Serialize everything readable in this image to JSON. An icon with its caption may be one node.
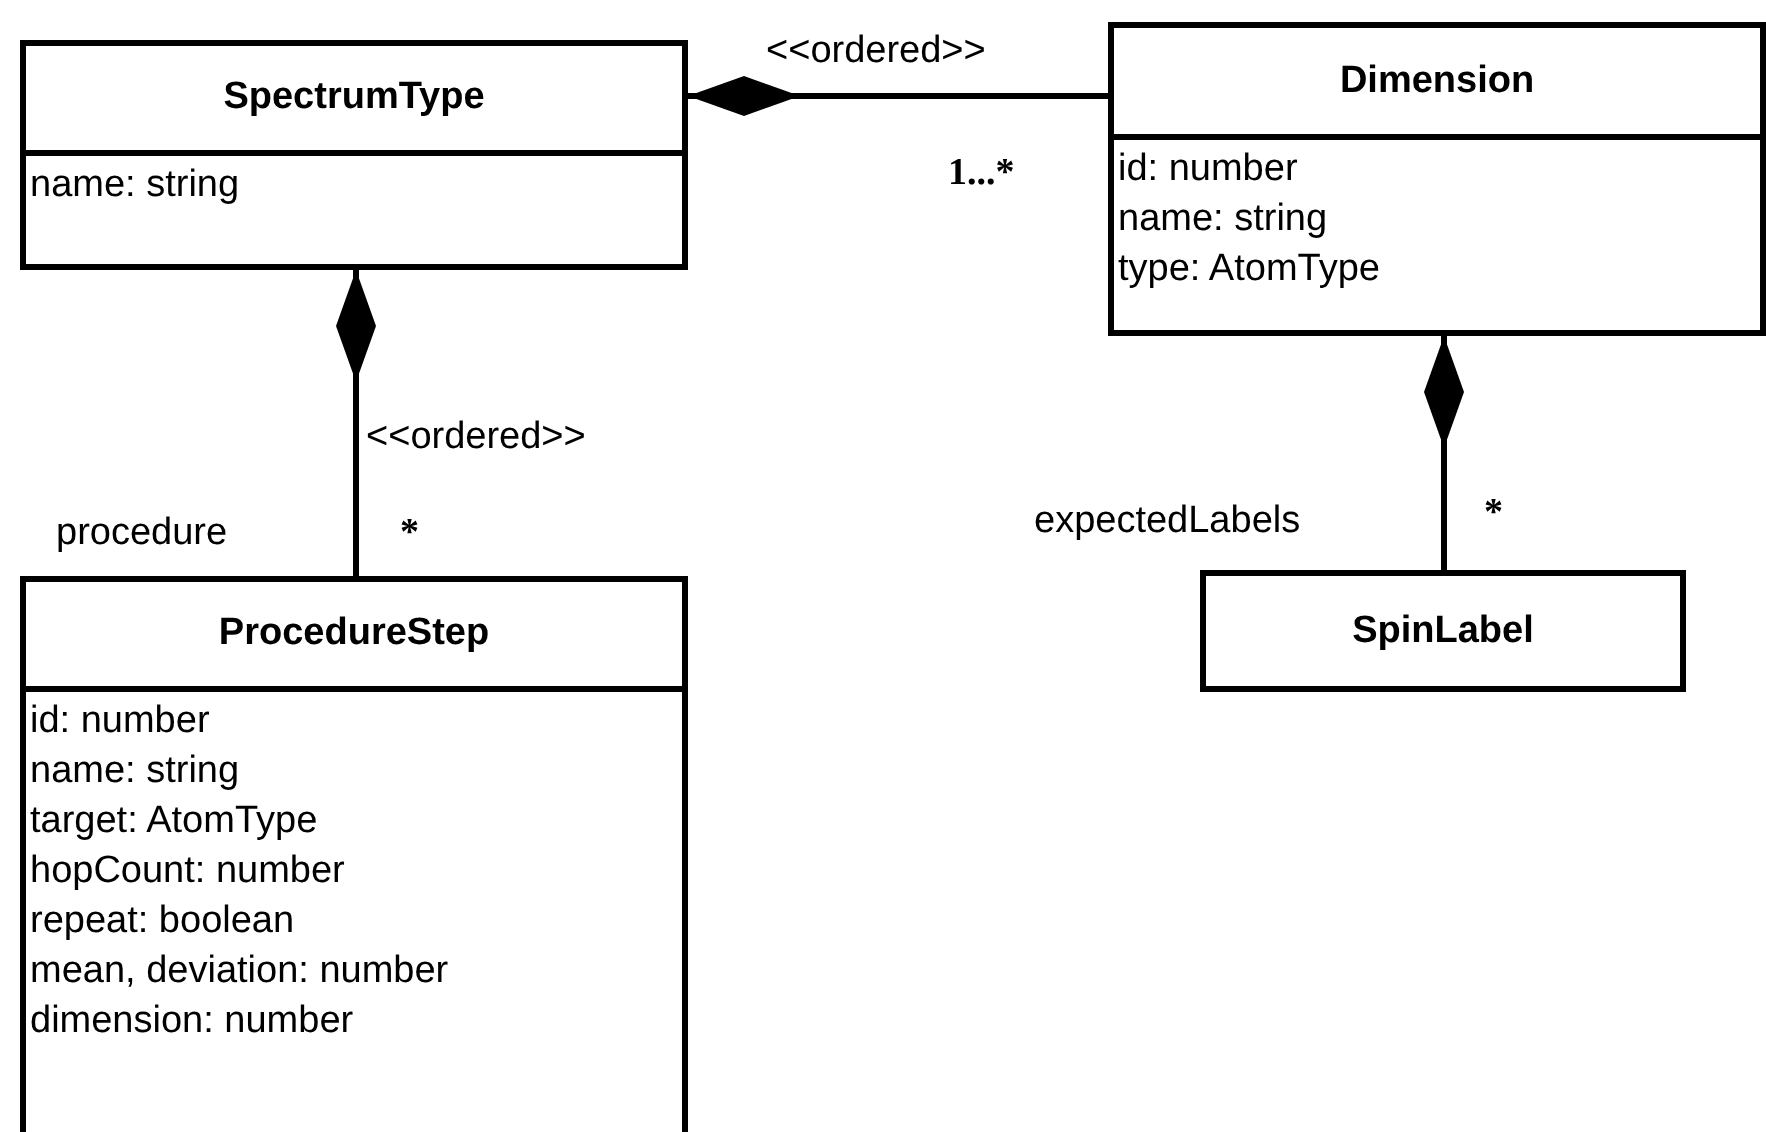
{
  "diagram": {
    "nodes": [
      {
        "text": [
          "SpectrumType",
          "name: string"
        ]
      },
      {
        "text": [
          "Dimension",
          "id: number",
          "name: string",
          "type: AtomType"
        ]
      },
      {
        "text": [
          "ProcedureStep",
          "id: number",
          "name: string",
          "target: AtomType",
          "hopCount: number",
          "repeat: boolean",
          "mean, deviation: number",
          "dimension: number"
        ]
      },
      {
        "text": [
          "SpinLabel"
        ]
      }
    ],
    "edges": [
      {
        "from": 1,
        "to": 0,
        "arrow": "other",
        "label": "<<ordered>>"
      },
      {
        "from": 2,
        "to": 0,
        "arrow": "other",
        "label": "<<ordered>>"
      },
      {
        "from": 3,
        "to": 1,
        "arrow": "other"
      }
    ],
    "labels": [
      "1...*",
      "procedure",
      "*",
      "expectedLabels",
      "*"
    ]
  }
}
